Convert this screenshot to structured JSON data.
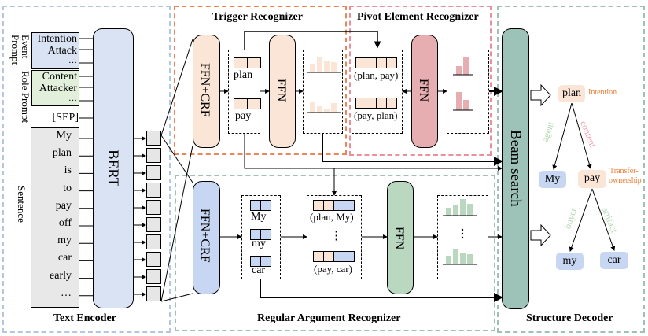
{
  "regions": {
    "text_encoder": "Text Encoder",
    "trigger_recognizer": "Trigger Recognizer",
    "pivot_element_recognizer": "Pivot Element Recognizer",
    "regular_argument_recognizer": "Regular Argument Recognizer",
    "structure_decoder": "Structure Decoder"
  },
  "encoder": {
    "event_prompt_label": "Event Prompt",
    "role_prompt_label": "Role Prompt",
    "sentence_label": "Sentence",
    "event_prompt_items": [
      "Intention",
      "Attack",
      "…"
    ],
    "role_prompt_items": [
      "Content",
      "Attacker",
      "…"
    ],
    "sep": "[SEP]",
    "sentence_tokens": [
      "My",
      "plan",
      "is",
      "to",
      "pay",
      "off",
      "my",
      "car",
      "early",
      "…"
    ],
    "bert_label": "BERT"
  },
  "trigger": {
    "ffn_crf_label": "FFN+CRF",
    "ffn_label": "FFN",
    "triggers": [
      "plan",
      "pay"
    ]
  },
  "pivot": {
    "ffn_label": "FFN",
    "pairs": [
      "(plan, pay)",
      "(pay, plan)"
    ]
  },
  "argument": {
    "ffn_crf_label": "FFN+CRF",
    "ffn_label": "FFN",
    "arguments": [
      "My",
      "my",
      "car"
    ],
    "pair_first": "(plan, My)",
    "pair_last": "(pay, car)",
    "ellipsis": "⋮"
  },
  "decoder": {
    "beam_search_label": "Beam search",
    "nodes": {
      "plan": "plan",
      "plan_type": "Intention",
      "my_upper": "My",
      "pay": "pay",
      "pay_type_line1": "Transfer-",
      "pay_type_line2": "ownership",
      "my_lower": "my",
      "car": "car"
    },
    "edges": {
      "agent": "agent",
      "content": "content",
      "buyer": "buyer",
      "artifact": "artifact"
    }
  },
  "colors": {
    "encoder_blue": "#dae3f3",
    "prompt_green": "#e2efda",
    "trigger_peach": "#fbe5d6",
    "pivot_pink": "#e6aeb0",
    "argument_blue": "#c7d7f3",
    "argument_green": "#bad7bf",
    "beam_teal": "#9dc3b8",
    "edge_green": "#b5d6b4",
    "edge_pink": "#f0a5b5",
    "type_orange": "#ed7d31"
  }
}
